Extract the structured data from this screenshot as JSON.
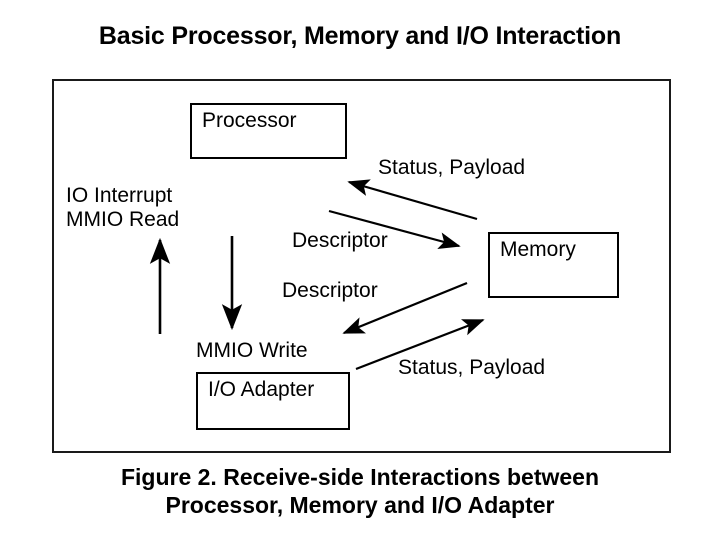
{
  "slide": {
    "title": "Basic Processor, Memory and I/O Interaction",
    "caption_line1": "Figure 2. Receive-side Interactions between",
    "caption_line2": "Processor, Memory and I/O Adapter"
  },
  "colors": {
    "background": "#ffffff",
    "ink": "#000000",
    "frame_border": "#1a1a1a"
  },
  "diagram": {
    "nodes": [
      {
        "id": "processor",
        "label": "Processor"
      },
      {
        "id": "memory",
        "label": "Memory"
      },
      {
        "id": "ioadapter",
        "label": "I/O Adapter"
      }
    ],
    "edge_labels": {
      "io_interrupt": "IO Interrupt",
      "mmio_read": "MMIO Read",
      "status_payload_top": "Status, Payload",
      "descriptor_top": "Descriptor",
      "descriptor_bottom": "Descriptor",
      "mmio_write": "MMIO Write",
      "status_payload_bottom": "Status, Payload"
    },
    "arrows": [
      {
        "id": "memory-to-processor",
        "label": "Status, Payload",
        "direction": "up-left"
      },
      {
        "id": "processor-to-memory",
        "label": "Descriptor",
        "direction": "down-right"
      },
      {
        "id": "memory-to-ioadapter",
        "label": "Descriptor",
        "direction": "down-left"
      },
      {
        "id": "ioadapter-to-memory",
        "label": "Status, Payload",
        "direction": "up-right"
      },
      {
        "id": "ioadapter-to-processor",
        "label": "IO Interrupt / MMIO Read",
        "direction": "up"
      },
      {
        "id": "processor-to-ioadapter",
        "label": "MMIO Write",
        "direction": "down"
      }
    ]
  }
}
